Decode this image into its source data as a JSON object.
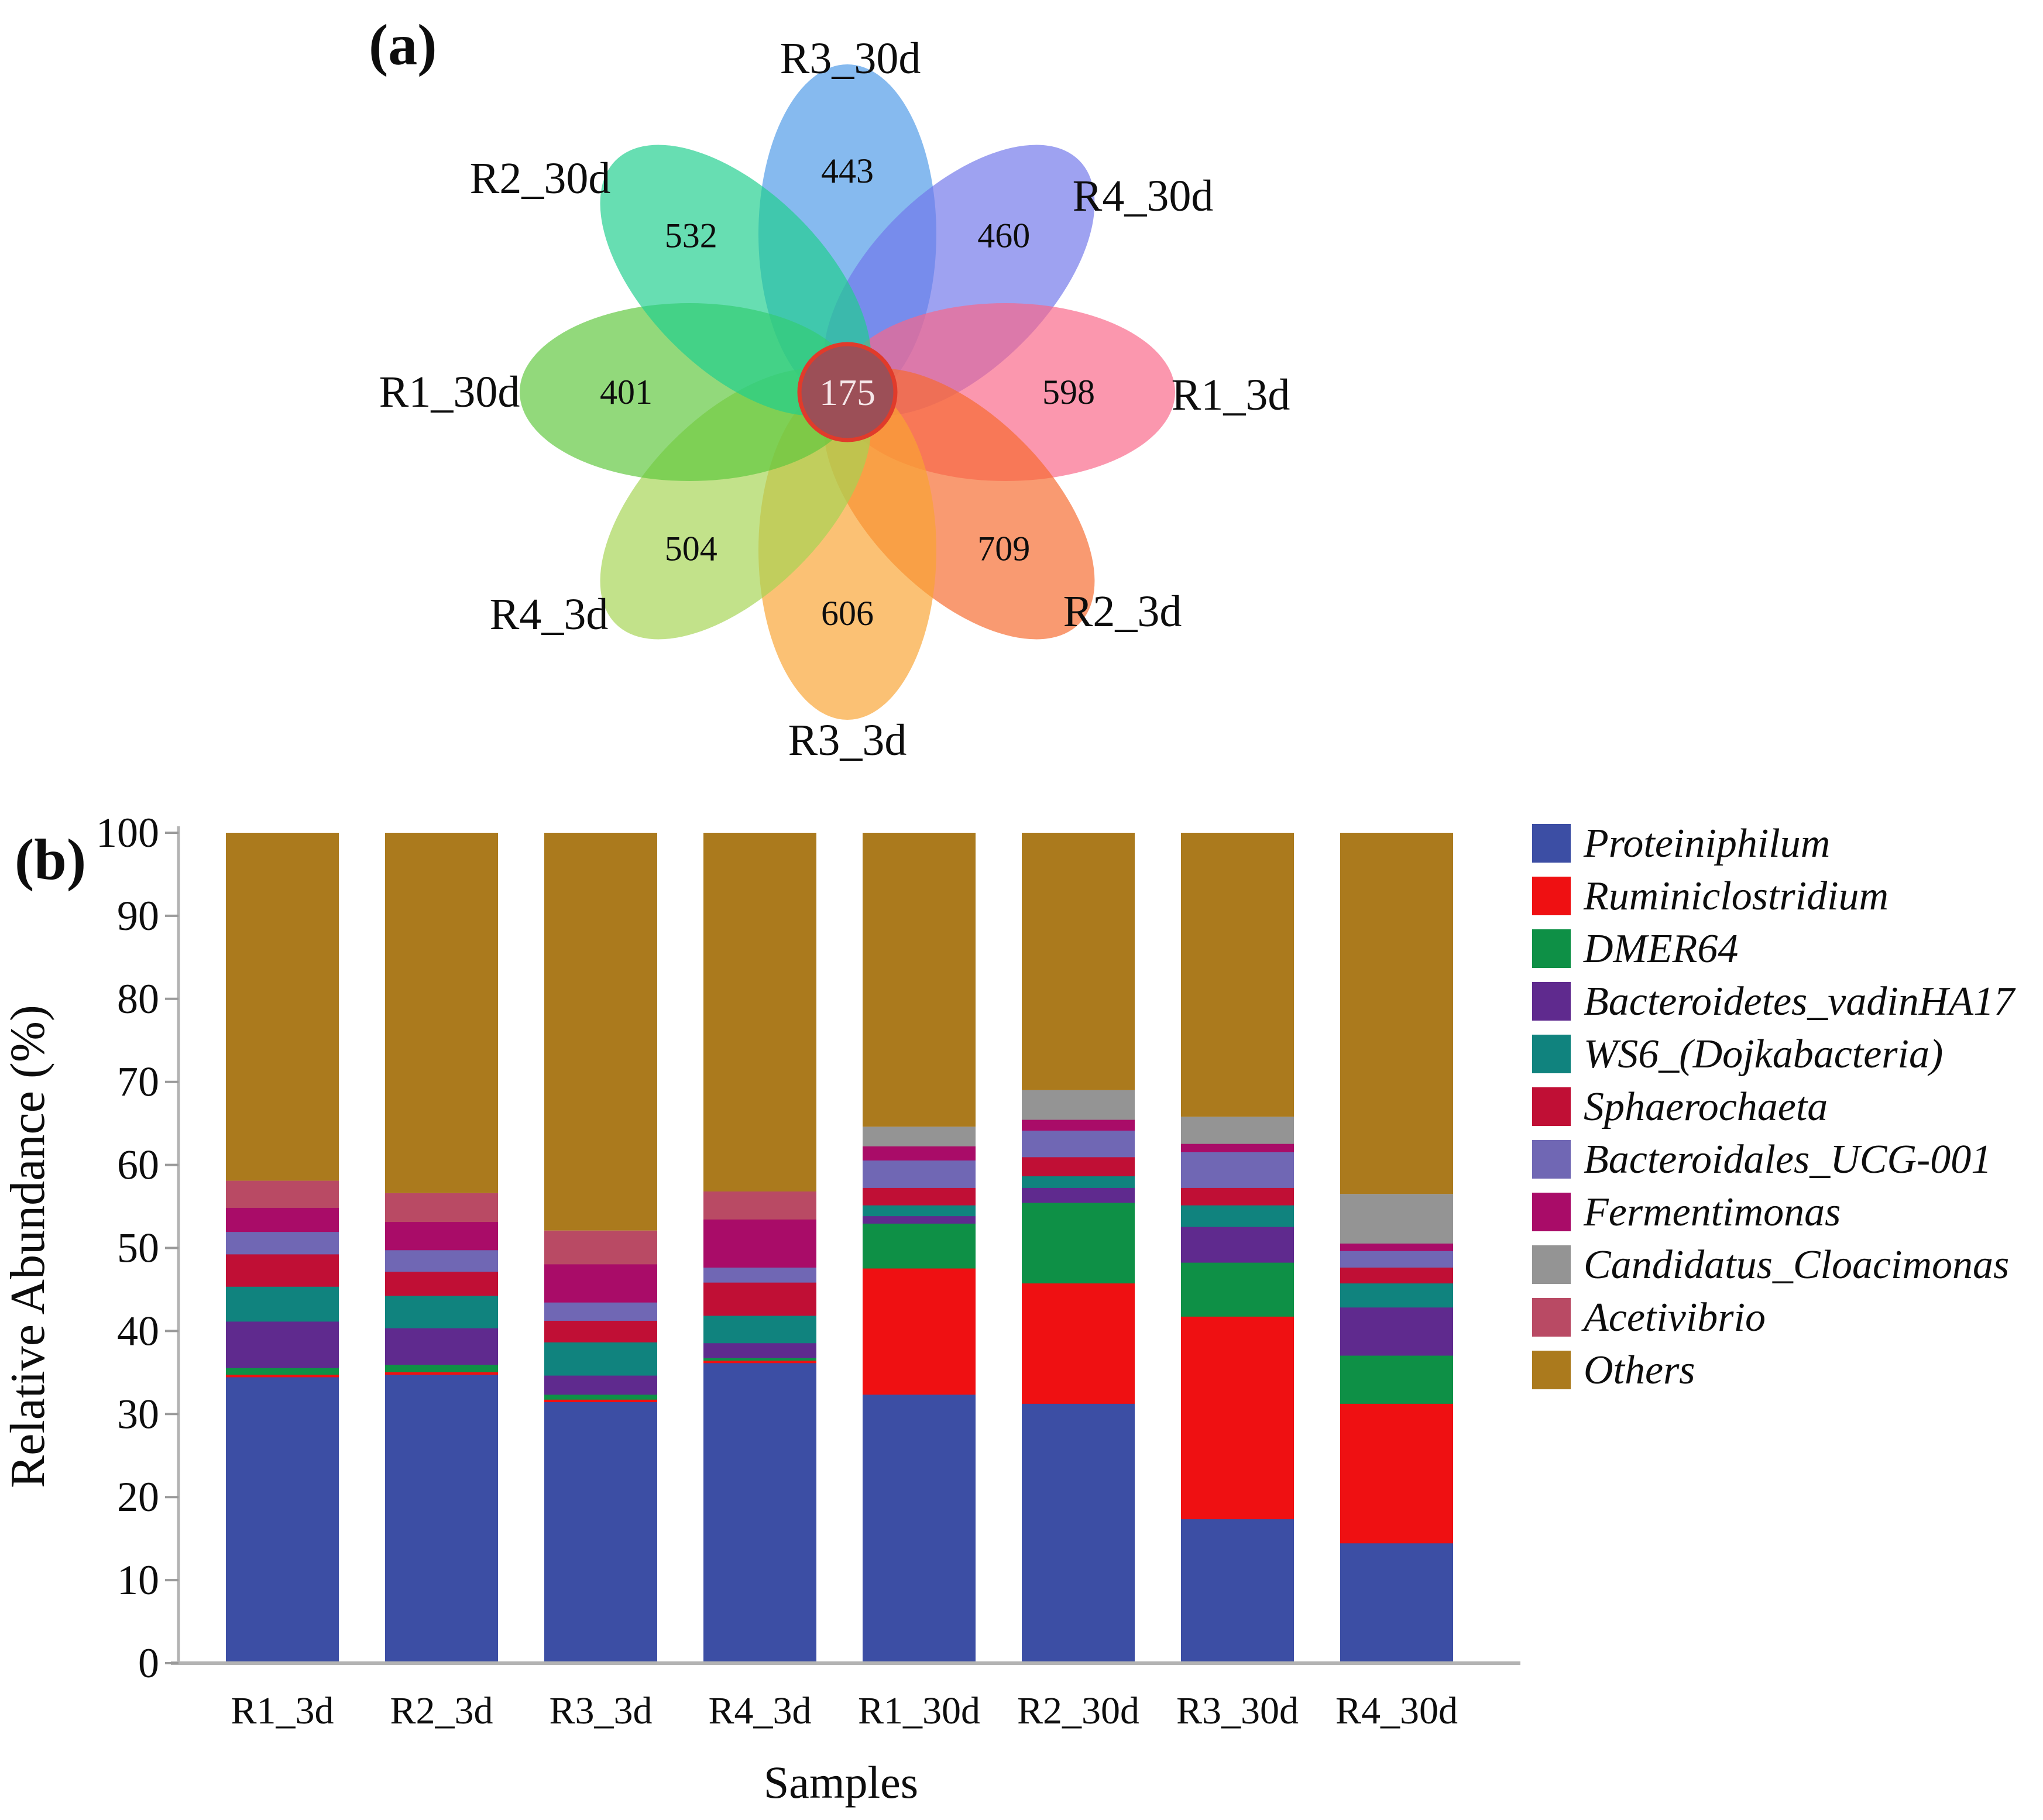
{
  "panel_a": {
    "tag": "(a)",
    "center": {
      "value": "175",
      "fill": "#9c4f57",
      "stroke": "#e03b2b"
    },
    "petals": [
      {
        "label": "R3_30d",
        "value": "443",
        "color": "#4c99e7"
      },
      {
        "label": "R4_30d",
        "value": "460",
        "color": "#7076ea"
      },
      {
        "label": "R1_3d",
        "value": "598",
        "color": "#f96587"
      },
      {
        "label": "R2_3d",
        "value": "709",
        "color": "#f66a2e"
      },
      {
        "label": "R3_3d",
        "value": "606",
        "color": "#f9a332"
      },
      {
        "label": "R4_3d",
        "value": "504",
        "color": "#a5d452"
      },
      {
        "label": "R1_30d",
        "value": "401",
        "color": "#5ec73d"
      },
      {
        "label": "R2_30d",
        "value": "532",
        "color": "#1fce8e"
      }
    ]
  },
  "panel_b": {
    "tag": "(b)",
    "chart_data": {
      "type": "bar",
      "stacked": true,
      "title": "",
      "xlabel": "Samples",
      "ylabel": "Relative Abundance (%)",
      "ylim": [
        0,
        100
      ],
      "yticks": [
        0,
        10,
        20,
        30,
        40,
        50,
        60,
        70,
        80,
        90,
        100
      ],
      "grid": false,
      "legend_position": "right",
      "categories": [
        "R1_3d",
        "R2_3d",
        "R3_3d",
        "R4_3d",
        "R1_30d",
        "R2_30d",
        "R3_30d",
        "R4_30d"
      ],
      "series": [
        {
          "name": "Proteiniphilum",
          "color": "#3c4ea4",
          "values": [
            34.5,
            34.8,
            31.5,
            36.2,
            32.4,
            31.3,
            17.4,
            14.5
          ]
        },
        {
          "name": "Ruminiclostridium",
          "color": "#ef1012",
          "values": [
            0.3,
            0.3,
            0.3,
            0.3,
            15.2,
            14.5,
            24.4,
            16.8
          ]
        },
        {
          "name": "DMER64",
          "color": "#0e9046",
          "values": [
            0.8,
            0.9,
            0.6,
            0.3,
            5.4,
            9.7,
            6.5,
            5.8
          ]
        },
        {
          "name": "Bacteroidetes_vadinHA17",
          "color": "#5f2a8e",
          "values": [
            5.6,
            4.4,
            2.3,
            1.8,
            0.9,
            1.8,
            4.3,
            5.8
          ]
        },
        {
          "name": "WS6_(Dojkabacteria)",
          "color": "#10837e",
          "values": [
            4.2,
            3.9,
            4.0,
            3.3,
            1.3,
            1.4,
            2.6,
            2.9
          ]
        },
        {
          "name": "Sphaerochaeta",
          "color": "#c00f35",
          "values": [
            3.9,
            2.9,
            2.6,
            4.0,
            2.1,
            2.3,
            2.1,
            1.9
          ]
        },
        {
          "name": "Bacteroidales_UCG-001",
          "color": "#7067b4",
          "values": [
            2.7,
            2.6,
            2.2,
            1.8,
            3.3,
            3.2,
            4.3,
            2.0
          ]
        },
        {
          "name": "Fermentimonas",
          "color": "#a90c68",
          "values": [
            2.9,
            3.4,
            4.6,
            5.8,
            1.7,
            1.3,
            1.0,
            0.9
          ]
        },
        {
          "name": "Candidatus_Cloacimonas",
          "color": "#949494",
          "values": [
            0,
            0,
            0,
            0,
            2.3,
            3.5,
            3.2,
            5.9
          ]
        },
        {
          "name": "Acetivibrio",
          "color": "#b94a64",
          "values": [
            3.2,
            3.4,
            4.0,
            3.3,
            0,
            0,
            0,
            0
          ]
        },
        {
          "name": "Others",
          "color": "#ab7a1d",
          "values": [
            41.9,
            43.4,
            47.9,
            43.2,
            35.4,
            31.0,
            34.2,
            43.5
          ]
        }
      ]
    }
  }
}
